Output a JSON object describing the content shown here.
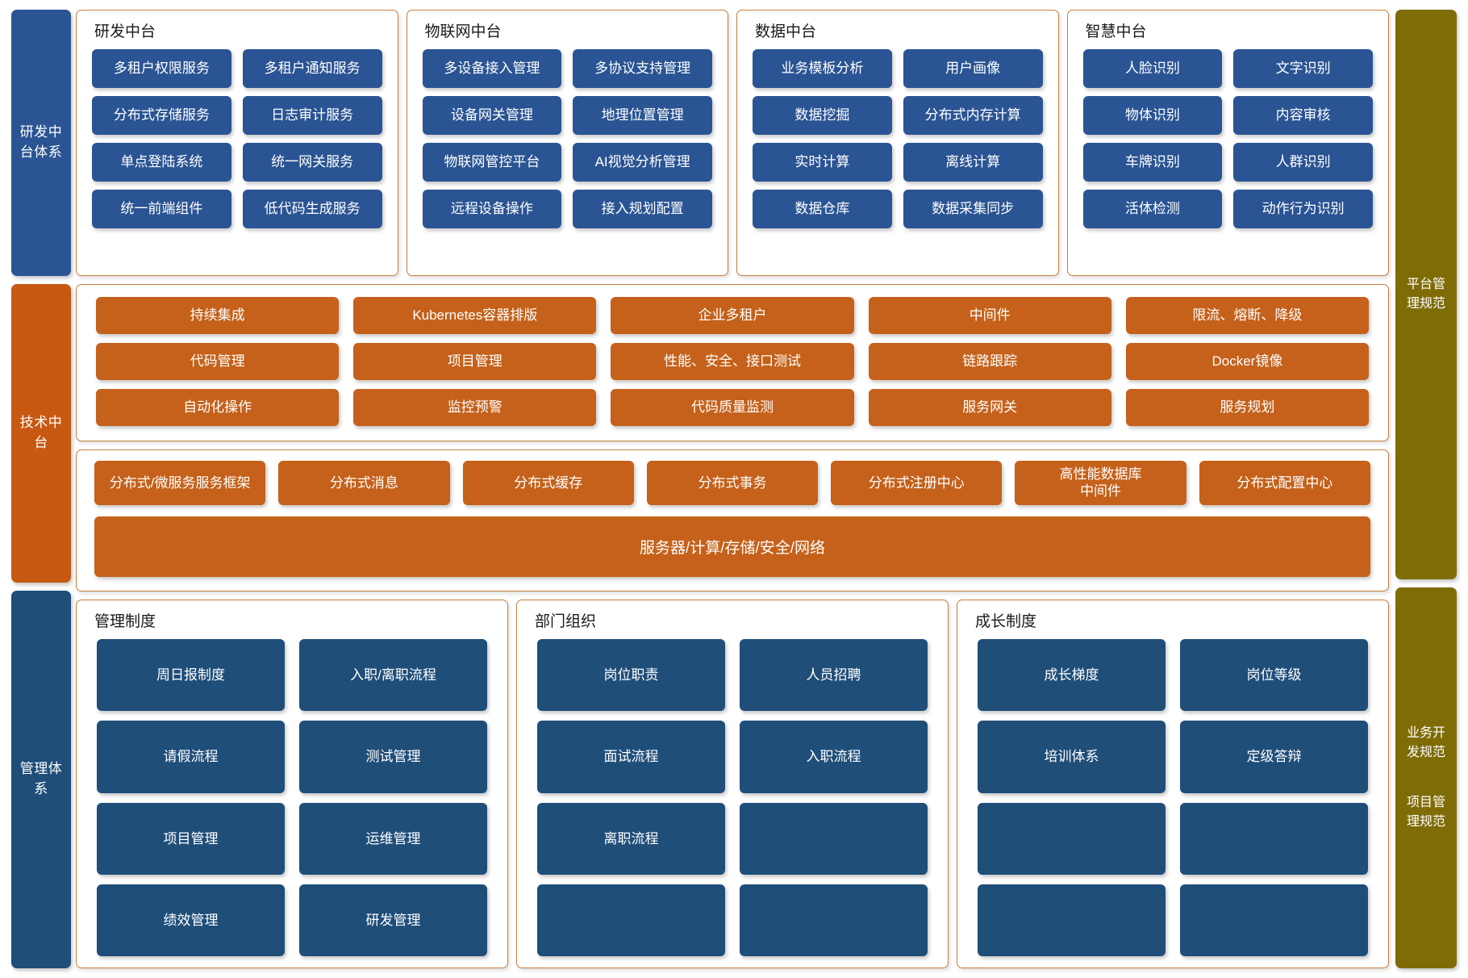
{
  "left_rail": [
    {
      "label": "研发中\n台体系",
      "color": "#2a5493"
    },
    {
      "label": "技术中\n台",
      "color": "#c75911"
    },
    {
      "label": "管理体\n系",
      "color": "#1f4e79"
    }
  ],
  "right_rail": [
    {
      "label": "平台管\n理规范",
      "color": "#7f6c06"
    },
    {
      "lines": [
        "业务开\n发规范",
        "项目管\n理规范"
      ],
      "color": "#7f6c06"
    }
  ],
  "top_panels": [
    {
      "title": "研发中台",
      "tiles": [
        "多租户权限服务",
        "多租户通知服务",
        "分布式存储服务",
        "日志审计服务",
        "单点登陆系统",
        "统一网关服务",
        "统一前端组件",
        "低代码生成服务"
      ]
    },
    {
      "title": "物联网中台",
      "tiles": [
        "多设备接入管理",
        "多协议支持管理",
        "设备网关管理",
        "地理位置管理",
        "物联网管控平台",
        "AI视觉分析管理",
        "远程设备操作",
        "接入规划配置"
      ]
    },
    {
      "title": "数据中台",
      "tiles": [
        "业务模板分析",
        "用户画像",
        "数据挖掘",
        "分布式内存计算",
        "实时计算",
        "离线计算",
        "数据仓库",
        "数据采集同步"
      ]
    },
    {
      "title": "智慧中台",
      "tiles": [
        "人脸识别",
        "文字识别",
        "物体识别",
        "内容审核",
        "车牌识别",
        "人群识别",
        "活体检测",
        "动作行为识别"
      ]
    }
  ],
  "tech_band": {
    "tiles": [
      "持续集成",
      "Kubernetes容器排版",
      "企业多租户",
      "中间件",
      "限流、熔断、降级",
      "代码管理",
      "项目管理",
      "性能、安全、接口测试",
      "链路跟踪",
      "Docker镜像",
      "自动化操作",
      "监控预警",
      "代码质量监测",
      "服务网关",
      "服务规划"
    ]
  },
  "dist_band": {
    "tiles": [
      "分布式/微服务服务框架",
      "分布式消息",
      "分布式缓存",
      "分布式事务",
      "分布式注册中心",
      "高性能数据库\n中间件",
      "分布式配置中心"
    ],
    "server_bar": "服务器/计算/存储/安全/网络"
  },
  "bottom_panels": [
    {
      "title": "管理制度",
      "tiles": [
        "周日报制度",
        "入职/离职流程",
        "请假流程",
        "测试管理",
        "项目管理",
        "运维管理",
        "绩效管理",
        "研发管理"
      ]
    },
    {
      "title": "部门组织",
      "tiles": [
        "岗位职责",
        "人员招聘",
        "面试流程",
        "入职流程",
        "离职流程",
        "",
        "",
        ""
      ]
    },
    {
      "title": "成长制度",
      "tiles": [
        "成长梯度",
        "岗位等级",
        "培训体系",
        "定级答辩",
        "",
        "",
        "",
        ""
      ]
    }
  ],
  "colors": {
    "blue": "#2a5493",
    "blue_dark": "#1f4e79",
    "orange": "#c5611a",
    "orange_rail": "#c75911",
    "olive": "#7f6c06",
    "panel_border": "#c87f3d"
  }
}
